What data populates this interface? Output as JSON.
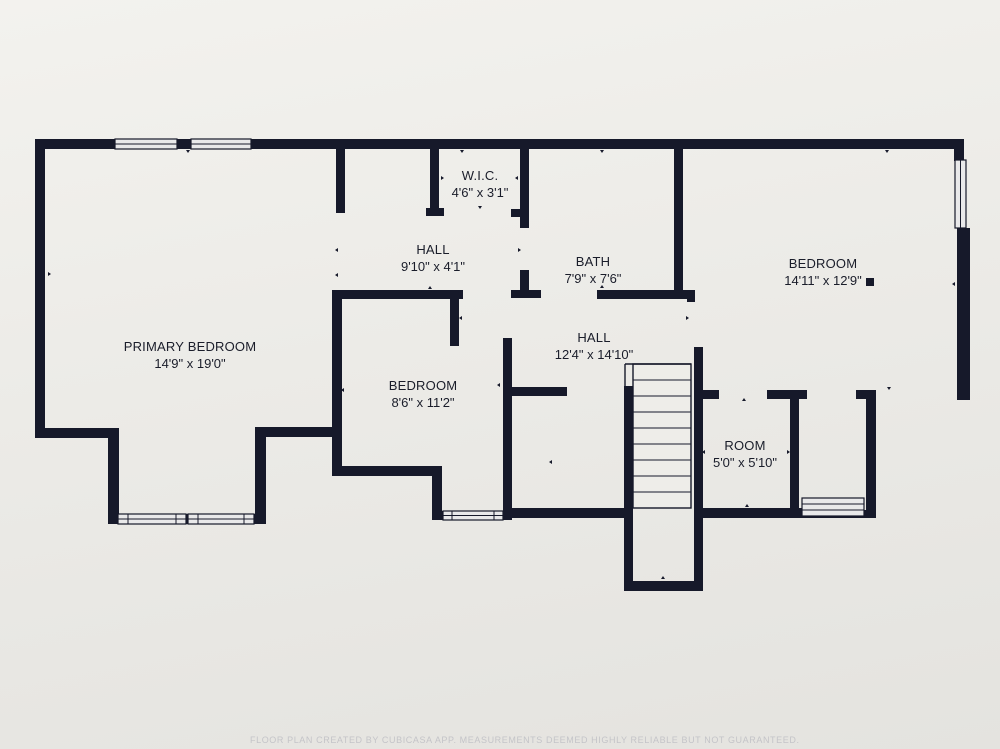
{
  "rooms": [
    {
      "id": "primary-bedroom",
      "name": "PRIMARY BEDROOM",
      "dims": "14'9\" x 19'0\""
    },
    {
      "id": "wic",
      "name": "W.I.C.",
      "dims": "4'6\" x 3'1\""
    },
    {
      "id": "hall-upper",
      "name": "HALL",
      "dims": "9'10\" x 4'1\""
    },
    {
      "id": "bath",
      "name": "BATH",
      "dims": "7'9\" x 7'6\""
    },
    {
      "id": "bedroom-east",
      "name": "BEDROOM",
      "dims": "14'11\" x 12'9\""
    },
    {
      "id": "hall-central",
      "name": "HALL",
      "dims": "12'4\" x 14'10\""
    },
    {
      "id": "bedroom-middle",
      "name": "BEDROOM",
      "dims": "8'6\" x 11'2\""
    },
    {
      "id": "room",
      "name": "ROOM",
      "dims": "5'0\" x 5'10\""
    }
  ],
  "footer_note": "FLOOR PLAN CREATED BY CUBICASA APP. MEASUREMENTS DEEMED HIGHLY RELIABLE BUT NOT GUARANTEED.",
  "colors": {
    "wall": "#16192a",
    "paper": "#efeeea",
    "window_fill": "#e9e9ea"
  }
}
